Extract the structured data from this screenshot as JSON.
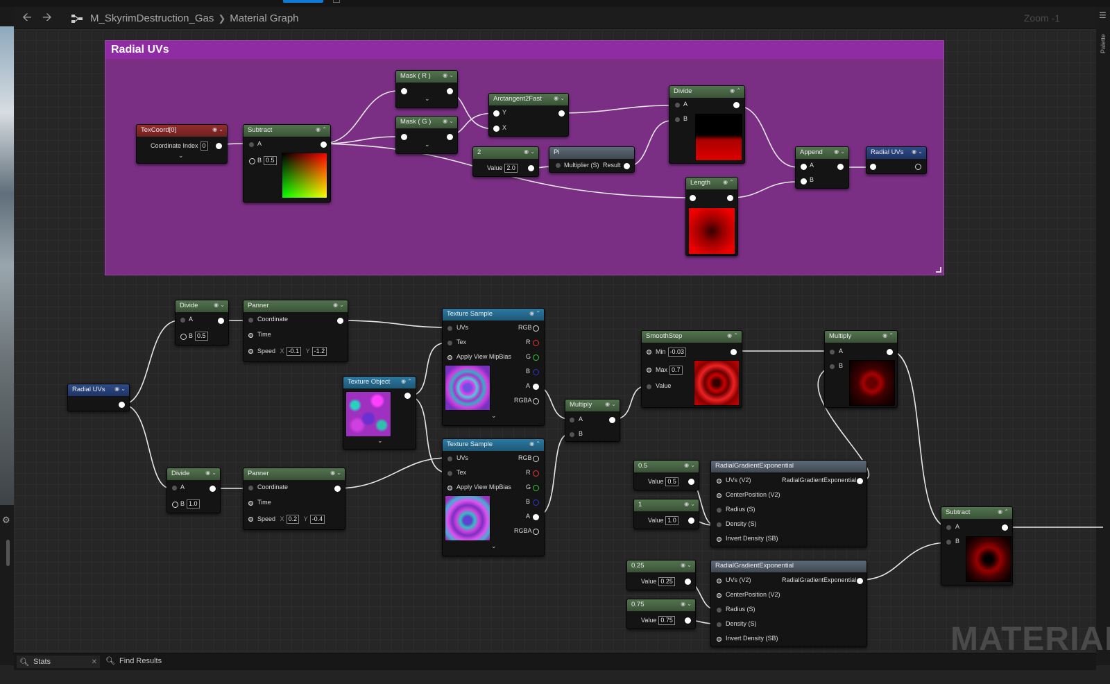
{
  "header": {
    "asset_name": "M_SkyrimDestruction_Gas",
    "graph_name": "Material Graph",
    "zoom": "Zoom -1"
  },
  "palette_label": "Palette",
  "comment": {
    "title": "Radial UVs"
  },
  "bottom": {
    "stats_label": "Stats",
    "find_label": "Find Results"
  },
  "watermark": "MATERIAL",
  "nodes": {
    "texcoord": {
      "title": "TexCoord[0]",
      "coord_label": "Coordinate Index",
      "coord_value": "0"
    },
    "subtract1": {
      "title": "Subtract",
      "a": "A",
      "b": "B",
      "b_value": "0.5"
    },
    "mask_r": {
      "title": "Mask ( R )"
    },
    "mask_g": {
      "title": "Mask ( G )"
    },
    "arctan": {
      "title": "Arctangent2Fast",
      "y": "Y",
      "x": "X"
    },
    "const2": {
      "title": "2",
      "label": "Value",
      "value": "2.0"
    },
    "pi": {
      "title": "Pi",
      "label": "Multiplier (S)",
      "out": "Result"
    },
    "divide1": {
      "title": "Divide",
      "a": "A",
      "b": "B"
    },
    "length": {
      "title": "Length"
    },
    "append": {
      "title": "Append",
      "a": "A",
      "b": "B"
    },
    "radialuvs_out": {
      "title": "Radial UVs"
    },
    "divide2": {
      "title": "Divide",
      "a": "A",
      "b": "B",
      "b_value": "0.5"
    },
    "panner1": {
      "title": "Panner",
      "coord": "Coordinate",
      "time": "Time",
      "speed": "Speed",
      "x_label": "X",
      "x": "-0.1",
      "y_label": "Y",
      "y": "-1.2"
    },
    "radialuvs_in": {
      "title": "Radial UVs"
    },
    "divide3": {
      "title": "Divide",
      "a": "A",
      "b": "B",
      "b_value": "1.0"
    },
    "panner2": {
      "title": "Panner",
      "coord": "Coordinate",
      "time": "Time",
      "speed": "Speed",
      "x_label": "X",
      "x": "0.2",
      "y_label": "Y",
      "y": "-0.4"
    },
    "texobj": {
      "title": "Texture Object"
    },
    "texsample1": {
      "title": "Texture Sample",
      "uvs": "UVs",
      "tex": "Tex",
      "mip": "Apply View MipBias",
      "rgb": "RGB",
      "r": "R",
      "g": "G",
      "b": "B",
      "a": "A",
      "rgba": "RGBA"
    },
    "texsample2": {
      "title": "Texture Sample",
      "uvs": "UVs",
      "tex": "Tex",
      "mip": "Apply View MipBias",
      "rgb": "RGB",
      "r": "R",
      "g": "G",
      "b": "B",
      "a": "A",
      "rgba": "RGBA"
    },
    "multiply1": {
      "title": "Multiply",
      "a": "A",
      "b": "B"
    },
    "smoothstep": {
      "title": "SmoothStep",
      "min": "Min",
      "min_value": "-0.03",
      "max": "Max",
      "max_value": "0.7",
      "value": "Value"
    },
    "multiply2": {
      "title": "Multiply",
      "a": "A",
      "b": "B"
    },
    "c05": {
      "title": "0.5",
      "label": "Value",
      "value": "0.5"
    },
    "c1": {
      "title": "1",
      "label": "Value",
      "value": "1.0"
    },
    "rge1": {
      "title": "RadialGradientExponential",
      "uvs": "UVs (V2)",
      "center": "CenterPosition (V2)",
      "radius": "Radius (S)",
      "density": "Density (S)",
      "invert": "Invert Density (SB)",
      "out": "RadialGradientExponential"
    },
    "c025": {
      "title": "0.25",
      "label": "Value",
      "value": "0.25"
    },
    "c075": {
      "title": "0.75",
      "label": "Value",
      "value": "0.75"
    },
    "rge2": {
      "title": "RadialGradientExponential",
      "uvs": "UVs (V2)",
      "center": "CenterPosition (V2)",
      "radius": "Radius (S)",
      "density": "Density (S)",
      "invert": "Invert Density (SB)",
      "out": "RadialGradientExponential"
    },
    "subtract2": {
      "title": "Subtract",
      "a": "A",
      "b": "B"
    }
  },
  "colors": {
    "comment": "#8f2ca3",
    "accent": "#0e7ad6",
    "param_header": "#2e4b86",
    "const_header": "#53744f"
  }
}
